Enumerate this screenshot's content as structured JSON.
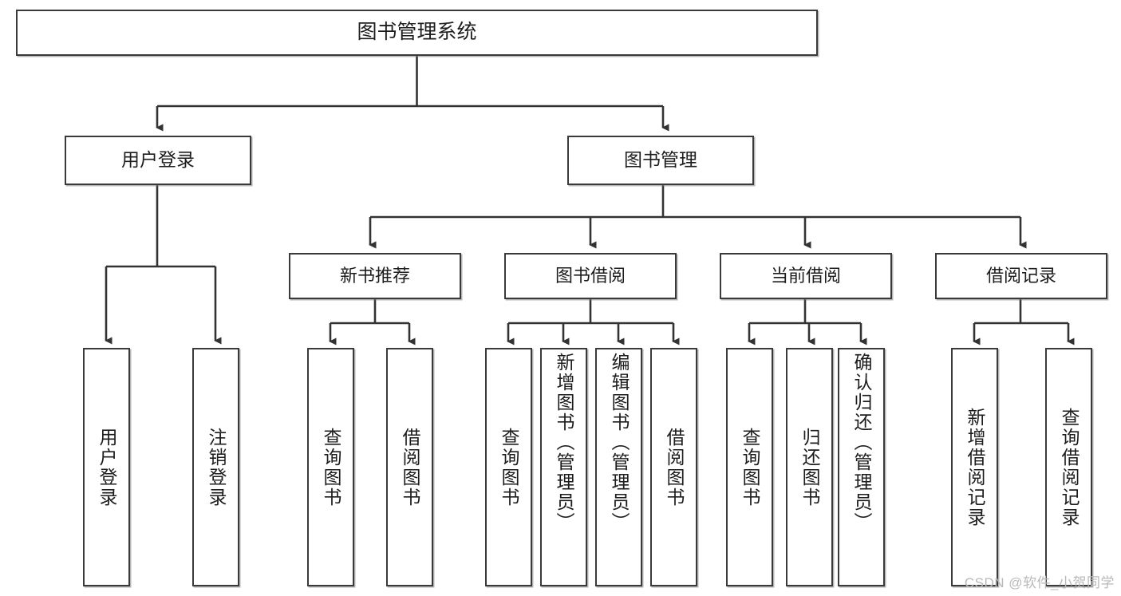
{
  "diagram": {
    "title": "图书管理系统",
    "type": "functional-structure-tree",
    "orientation": "top-down",
    "root": {
      "id": "root",
      "label": "图书管理系统"
    },
    "level2": [
      {
        "id": "user-login",
        "label": "用户登录"
      },
      {
        "id": "book-management",
        "label": "图书管理"
      }
    ],
    "level3": [
      {
        "id": "new-book-recommend",
        "label": "新书推荐",
        "parent": "book-management"
      },
      {
        "id": "book-borrow",
        "label": "图书借阅",
        "parent": "book-management"
      },
      {
        "id": "current-borrow",
        "label": "当前借阅",
        "parent": "book-management"
      },
      {
        "id": "borrow-record",
        "label": "借阅记录",
        "parent": "book-management"
      }
    ],
    "leaves": [
      {
        "id": "leaf-user-login",
        "label": "用户登录",
        "parent": "user-login"
      },
      {
        "id": "leaf-logout-login",
        "label": "注销登录",
        "parent": "user-login"
      },
      {
        "id": "leaf-query-book-1",
        "label": "查询图书",
        "parent": "new-book-recommend"
      },
      {
        "id": "leaf-borrow-book-1",
        "label": "借阅图书",
        "parent": "new-book-recommend"
      },
      {
        "id": "leaf-query-book-2",
        "label": "查询图书",
        "parent": "book-borrow"
      },
      {
        "id": "leaf-add-book",
        "label": "新增图书（管理员）",
        "parent": "book-borrow"
      },
      {
        "id": "leaf-edit-book",
        "label": "编辑图书（管理员）",
        "parent": "book-borrow"
      },
      {
        "id": "leaf-borrow-book-2",
        "label": "借阅图书",
        "parent": "book-borrow"
      },
      {
        "id": "leaf-query-book-3",
        "label": "查询图书",
        "parent": "current-borrow"
      },
      {
        "id": "leaf-return-book",
        "label": "归还图书",
        "parent": "current-borrow"
      },
      {
        "id": "leaf-confirm-return",
        "label": "确认归还（管理员）",
        "parent": "current-borrow"
      },
      {
        "id": "leaf-add-record",
        "label": "新增借阅记录",
        "parent": "borrow-record"
      },
      {
        "id": "leaf-query-record",
        "label": "查询借阅记录",
        "parent": "borrow-record"
      }
    ],
    "colors": {
      "node_border": "#3a3a3a",
      "node_fill": "#ffffff",
      "connector": "#333333",
      "text": "#1d1d1d",
      "watermark": "#b9b9b9",
      "background": "#ffffff"
    }
  },
  "watermark": {
    "text": "CSDN @软件_小贺同学"
  }
}
